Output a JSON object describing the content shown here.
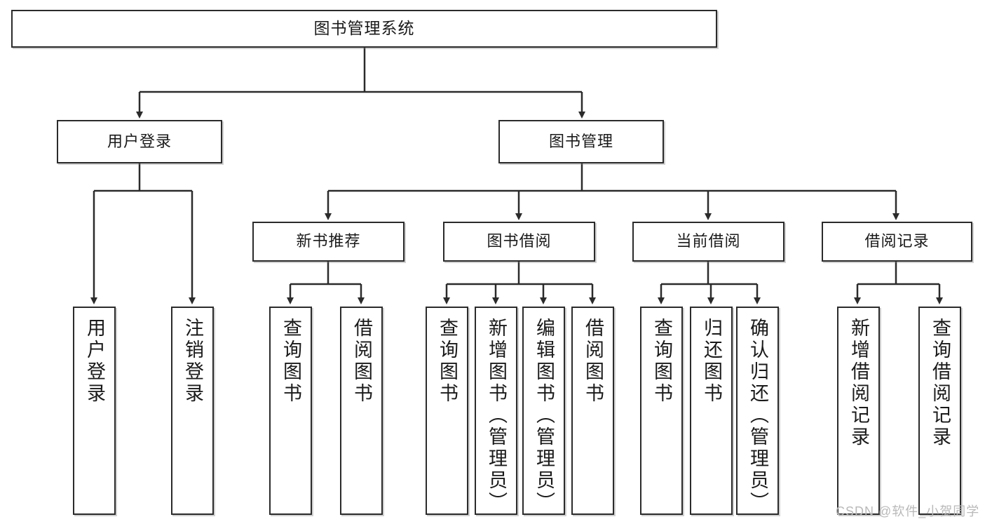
{
  "diagram": {
    "title": "图书管理系统",
    "type": "hierarchy-tree",
    "colors": {
      "stroke": "#2b2b2b",
      "fill": "#ffffff",
      "text": "#1a1a1a",
      "watermark": "#b9b9b9"
    },
    "levels": {
      "root": {
        "label": "图书管理系统"
      },
      "level2": [
        {
          "label": "用户登录"
        },
        {
          "label": "图书管理"
        }
      ],
      "level3": [
        {
          "label": "新书推荐"
        },
        {
          "label": "图书借阅"
        },
        {
          "label": "当前借阅"
        },
        {
          "label": "借阅记录"
        }
      ],
      "leaves": {
        "user_login": [
          {
            "label": "用户登录"
          },
          {
            "label": "注销登录"
          }
        ],
        "new_book_recommend": [
          {
            "label": "查询图书"
          },
          {
            "label": "借阅图书"
          }
        ],
        "book_borrow": [
          {
            "label": "查询图书"
          },
          {
            "label": "新增图书（管理员）"
          },
          {
            "label": "编辑图书（管理员）"
          },
          {
            "label": "借阅图书"
          }
        ],
        "current_borrow": [
          {
            "label": "查询图书"
          },
          {
            "label": "归还图书"
          },
          {
            "label": "确认归还（管理员）"
          }
        ],
        "borrow_record": [
          {
            "label": "新增借阅记录"
          },
          {
            "label": "查询借阅记录"
          }
        ]
      }
    }
  },
  "watermark": {
    "text": "CSDN @软件_小贺同学"
  }
}
